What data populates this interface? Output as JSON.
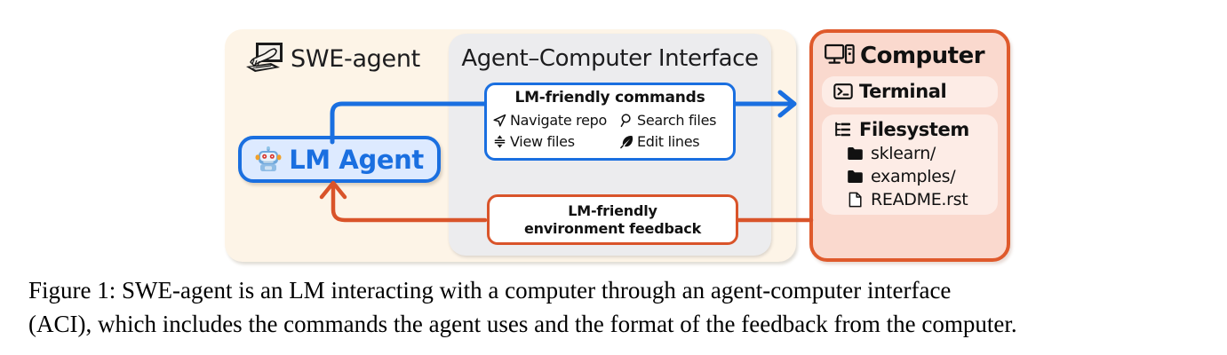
{
  "figure": {
    "caption_line1": "Figure 1: SWE-agent is an LM interacting with a computer through an agent-computer interface",
    "caption_line2": "(ACI), which includes the commands the agent uses and the format of the feedback from the computer."
  },
  "agent_panel": {
    "brand_label": "SWE-agent",
    "brand_icon": "swe-agent-logo-icon",
    "lm_agent": {
      "label": "LM Agent",
      "icon": "robot-icon"
    }
  },
  "aci_panel": {
    "title": "Agent–Computer Interface",
    "commands_box": {
      "title": "LM-friendly commands",
      "items": [
        {
          "label": "Navigate repo",
          "icon": "navigate-icon"
        },
        {
          "label": "Search files",
          "icon": "search-icon"
        },
        {
          "label": "View files",
          "icon": "view-icon"
        },
        {
          "label": "Edit lines",
          "icon": "edit-icon"
        }
      ]
    },
    "feedback_box": {
      "line1": "LM-friendly",
      "line2": "environment feedback"
    }
  },
  "computer_panel": {
    "title": "Computer",
    "title_icon": "desktop-computer-icon",
    "terminal": {
      "title": "Terminal",
      "icon": "terminal-prompt-icon"
    },
    "filesystem": {
      "title": "Filesystem",
      "icon": "file-tree-icon",
      "files": [
        {
          "name": "sklearn/",
          "icon": "folder-icon"
        },
        {
          "name": "examples/",
          "icon": "folder-icon"
        },
        {
          "name": "README.rst",
          "icon": "document-icon"
        }
      ]
    }
  },
  "connectors": {
    "command_flow_color": "#1a6fe0",
    "feedback_flow_color": "#d9542a"
  },
  "colors": {
    "agent_panel_bg": "#fdf4e7",
    "aci_panel_bg": "#ececee",
    "computer_panel_bg": "#fad9ce",
    "computer_panel_border": "#df5a2c",
    "blue_accent": "#1a6fe0",
    "orange_accent": "#d9542a"
  }
}
